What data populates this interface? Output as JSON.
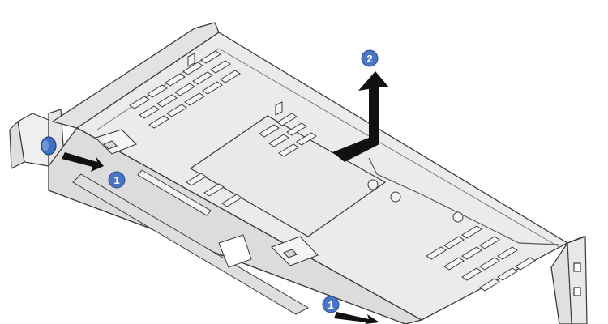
{
  "diagram": {
    "callouts": [
      {
        "id": "release-latch-left",
        "label": "1"
      },
      {
        "id": "lift-cage",
        "label": "2"
      },
      {
        "id": "release-latch-right",
        "label": "1"
      }
    ],
    "colors": {
      "outline": "#3a3a3a",
      "panel_fill": "#ebebeb",
      "panel_shadow": "#cfcfcf",
      "vent_fill": "#f6f6f6",
      "arrow_fill": "#111111",
      "callout_fill": "#4a74c4",
      "plunger_fill": "#3f6fc0"
    }
  }
}
